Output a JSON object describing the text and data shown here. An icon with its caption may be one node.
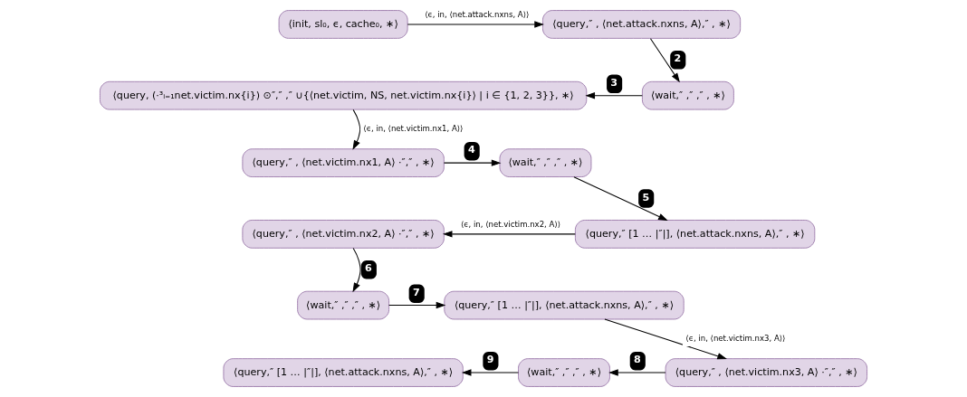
{
  "diagram": {
    "nodes": [
      {
        "text": [
          "⟨init, sl₀, ϵ, cache₀, ∗⟩"
        ]
      },
      {
        "text": [
          "⟨query,″ , ⟨net.attack.nxns, A⟩,″ , ∗⟩"
        ]
      },
      {
        "text": [
          "⟨query, (·³ᵢ₌₁net.victim.nx{i}) ⊙″,″ ,″ ∪{⟨net.victim, NS, net.victim.nx{i}⟩ | i ∈ {1, 2, 3}}, ∗⟩"
        ]
      },
      {
        "text": [
          "⟨wait,″ ,″ ,″ , ∗⟩"
        ]
      },
      {
        "text": [
          "⟨query,″ , ⟨net.victim.nx1, A⟩ ·″,″ , ∗⟩"
        ]
      },
      {
        "text": [
          "⟨wait,″ ,″ ,″ , ∗⟩"
        ]
      },
      {
        "text": [
          "⟨query,″ , ⟨net.victim.nx2, A⟩ ·″,″ , ∗⟩"
        ]
      },
      {
        "text": [
          "⟨query,″ [1 … |″|], ⟨net.attack.nxns, A⟩,″ , ∗⟩"
        ]
      },
      {
        "text": [
          "⟨wait,″ ,″ ,″ , ∗⟩"
        ]
      },
      {
        "text": [
          "⟨query,″ [1 … |″|], ⟨net.attack.nxns, A⟩,″ , ∗⟩"
        ]
      },
      {
        "text": [
          "⟨query,″ [1 … |″|], ⟨net.attack.nxns, A⟩,″ , ∗⟩"
        ]
      },
      {
        "text": [
          "⟨wait,″ ,″ ,″ , ∗⟩"
        ]
      },
      {
        "text": [
          "⟨query,″ , ⟨net.victim.nx3, A⟩ ·″,″ , ∗⟩"
        ]
      }
    ],
    "edges": [
      {
        "from": 0,
        "to": 1,
        "arrow": "to",
        "label": "⟨ϵ, in, ⟨net.attack.nxns, A⟩⟩"
      },
      {
        "from": 1,
        "to": 3,
        "arrow": "to",
        "label": "2"
      },
      {
        "from": 3,
        "to": 2,
        "arrow": "to",
        "label": "3"
      },
      {
        "from": 2,
        "to": 4,
        "arrow": "to",
        "label": "⟨ϵ, in, ⟨net.victim.nx1, A⟩⟩"
      },
      {
        "from": 4,
        "to": 5,
        "arrow": "to",
        "label": "4"
      },
      {
        "from": 5,
        "to": 7,
        "arrow": "to",
        "label": "5"
      },
      {
        "from": 7,
        "to": 6,
        "arrow": "to",
        "label": "⟨ϵ, in, ⟨net.victim.nx2, A⟩⟩"
      },
      {
        "from": 6,
        "to": 8,
        "arrow": "to",
        "label": "6"
      },
      {
        "from": 8,
        "to": 9,
        "arrow": "to",
        "label": "7"
      },
      {
        "from": 9,
        "to": 12,
        "arrow": "to",
        "label": "⟨ϵ, in, ⟨net.victim.nx3, A⟩⟩"
      },
      {
        "from": 12,
        "to": 11,
        "arrow": "to",
        "label": "8"
      },
      {
        "from": 11,
        "to": 10,
        "arrow": "to",
        "label": "9"
      }
    ]
  }
}
